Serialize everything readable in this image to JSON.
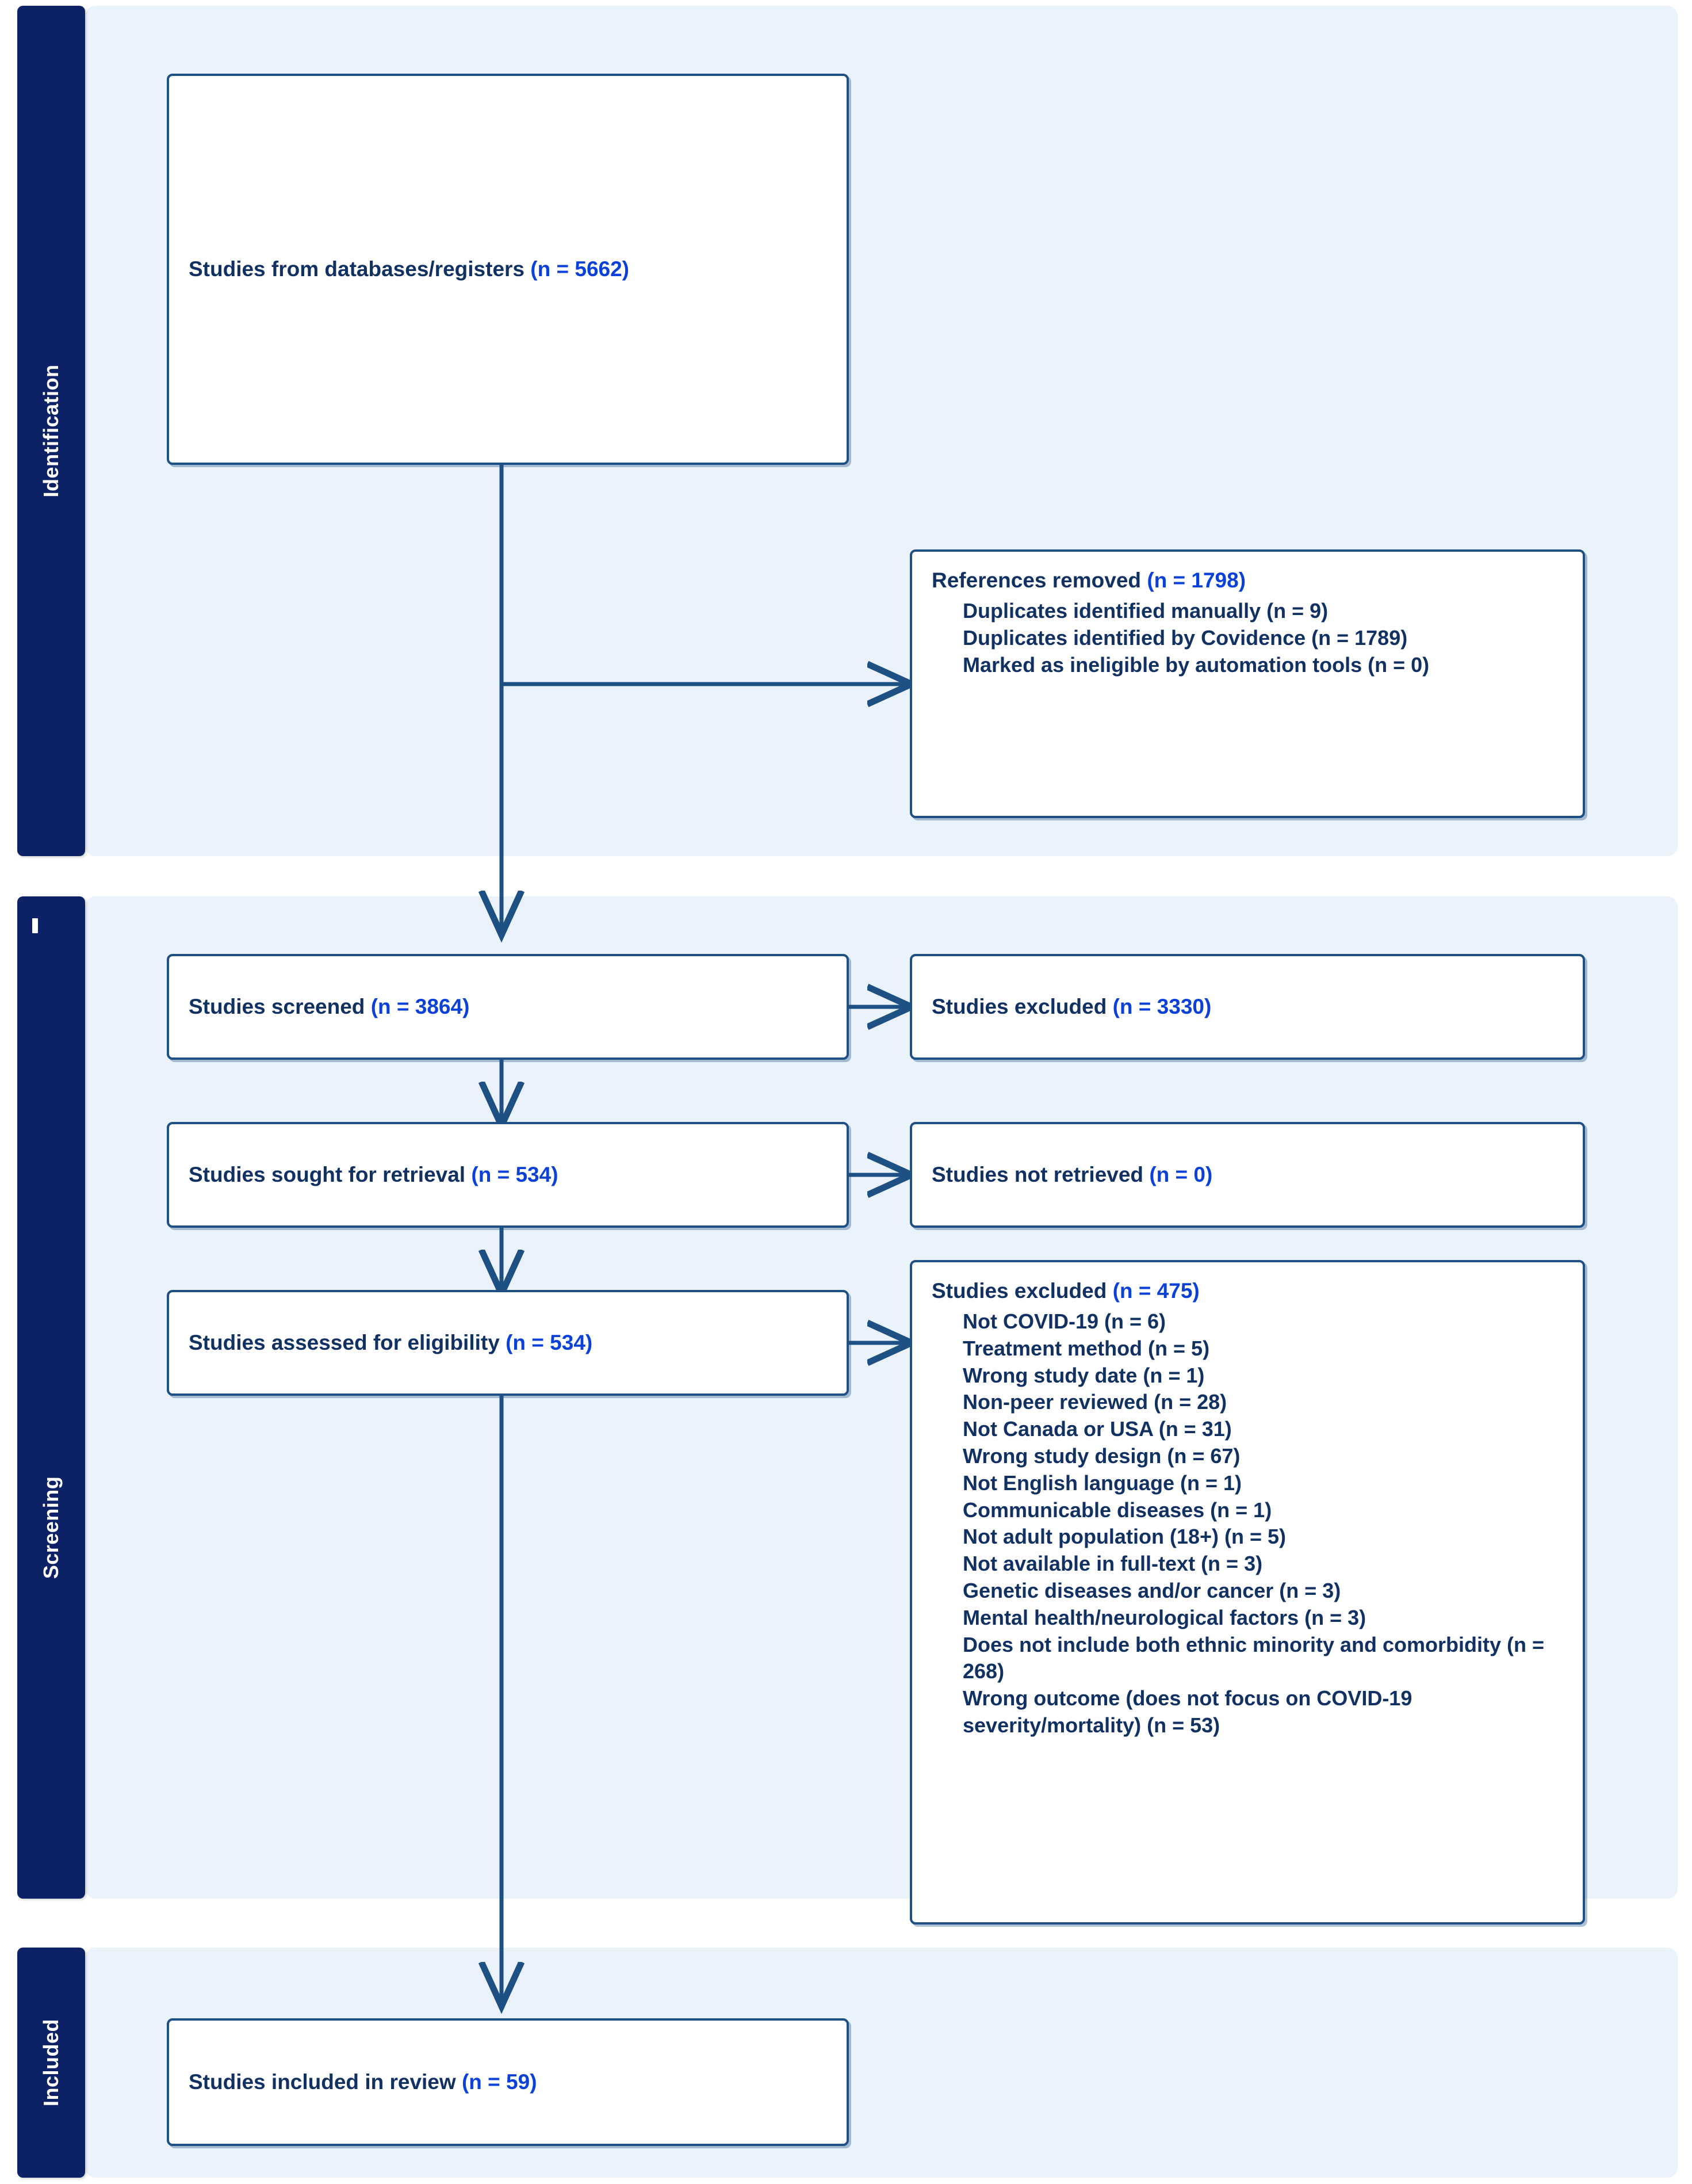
{
  "diagram": {
    "type": "prisma-flow-diagram",
    "title": "PRISMA 2020 flow diagram",
    "colors": {
      "band_tab": "#0d2266",
      "band_panel": "#eaf2fc",
      "box_border": "#1f5083",
      "label_text": "#123163",
      "count_text": "#0b41d8",
      "page_background": "#ffffff"
    }
  },
  "stages": [
    {
      "id": "identification",
      "label": "Identification"
    },
    {
      "id": "screening",
      "label": "Screening"
    },
    {
      "id": "included",
      "label": "Included"
    }
  ],
  "nodes": {
    "databases": {
      "label": "Studies from databases/registers ",
      "count": "(n = 5662)"
    },
    "references_removed": {
      "label": "References removed ",
      "count": "(n = 1798)",
      "items": [
        "Duplicates identified manually (n = 9)",
        "Duplicates identified by Covidence (n = 1789)",
        "Marked as ineligible by automation tools (n = 0)"
      ]
    },
    "screened": {
      "label": "Studies screened ",
      "count": "(n = 3864)"
    },
    "screened_excluded": {
      "label": "Studies excluded ",
      "count": "(n = 3330)"
    },
    "sought_retrieval": {
      "label": "Studies sought for retrieval ",
      "count": "(n = 534)"
    },
    "not_retrieved": {
      "label": "Studies not retrieved ",
      "count": "(n = 0)"
    },
    "assessed_eligibility": {
      "label": "Studies assessed for eligibility ",
      "count": "(n = 534)"
    },
    "eligibility_excluded": {
      "label": "Studies excluded ",
      "count": "(n = 475)",
      "items": [
        "Not COVID-19 (n = 6)",
        "Treatment method (n = 5)",
        "Wrong study date (n = 1)",
        "Non-peer reviewed (n = 28)",
        "Not Canada or USA (n = 31)",
        "Wrong study design (n = 67)",
        "Not English language (n = 1)",
        "Communicable diseases (n = 1)",
        "Not adult population (18+) (n = 5)",
        "Not available in full-text (n = 3)",
        "Genetic diseases and/or cancer (n = 3)",
        "Mental health/neurological factors (n = 3)",
        "Does not include both ethnic minority and comorbidity (n = 268)",
        "Wrong outcome (does not focus on COVID-19 severity/mortality) (n = 53)"
      ]
    },
    "included_review": {
      "label": "Studies included in review ",
      "count": "(n = 59)"
    }
  },
  "chart_data": {
    "type": "flow",
    "title": "PRISMA 2020 flow diagram",
    "stages": [
      "Identification",
      "Screening",
      "Included"
    ],
    "flow": [
      {
        "from": "databases",
        "value": 5662,
        "stage": "Identification"
      },
      {
        "from": "databases",
        "to": "references_removed",
        "value": 1798,
        "stage": "Identification"
      },
      {
        "from": "databases",
        "to": "screened",
        "value": 3864,
        "stage": "Screening"
      },
      {
        "from": "screened",
        "to": "screened_excluded",
        "value": 3330,
        "stage": "Screening"
      },
      {
        "from": "screened",
        "to": "sought_retrieval",
        "value": 534,
        "stage": "Screening"
      },
      {
        "from": "sought_retrieval",
        "to": "not_retrieved",
        "value": 0,
        "stage": "Screening"
      },
      {
        "from": "sought_retrieval",
        "to": "assessed_eligibility",
        "value": 534,
        "stage": "Screening"
      },
      {
        "from": "assessed_eligibility",
        "to": "eligibility_excluded",
        "value": 475,
        "stage": "Screening"
      },
      {
        "from": "assessed_eligibility",
        "to": "included_review",
        "value": 59,
        "stage": "Included"
      }
    ],
    "breakdowns": {
      "references_removed": {
        "Duplicates identified manually": 9,
        "Duplicates identified by Covidence": 1789,
        "Marked as ineligible by automation tools": 0
      },
      "eligibility_excluded": {
        "Not COVID-19": 6,
        "Treatment method": 5,
        "Wrong study date": 1,
        "Non-peer reviewed": 28,
        "Not Canada or USA": 31,
        "Wrong study design": 67,
        "Not English language": 1,
        "Communicable diseases": 1,
        "Not adult population (18+)": 5,
        "Not available in full-text": 3,
        "Genetic diseases and/or cancer": 3,
        "Mental health/neurological factors": 3,
        "Does not include both ethnic minority and comorbidity": 268,
        "Wrong outcome (does not focus on COVID-19 severity/mortality)": 53
      }
    }
  }
}
